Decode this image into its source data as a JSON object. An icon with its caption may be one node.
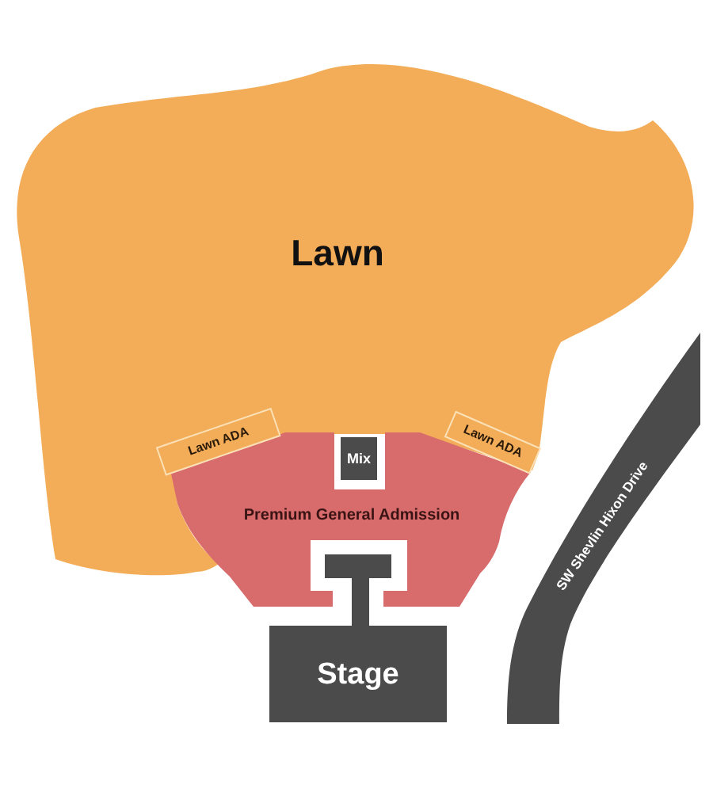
{
  "diagram": {
    "nodes": [
      {
        "text": [
          "Lawn"
        ]
      },
      {
        "text": [
          "Lawn ADA"
        ],
        "in": 0
      },
      {
        "text": [
          "Lawn ADA"
        ],
        "in": 0
      },
      {
        "text": [
          "Premium General Admission"
        ]
      },
      {
        "text": [
          "Mix"
        ],
        "in": 3
      },
      {
        "text": [
          "SW Shevlin Hixon Drive"
        ]
      },
      {
        "text": [
          "Stage"
        ]
      }
    ]
  }
}
